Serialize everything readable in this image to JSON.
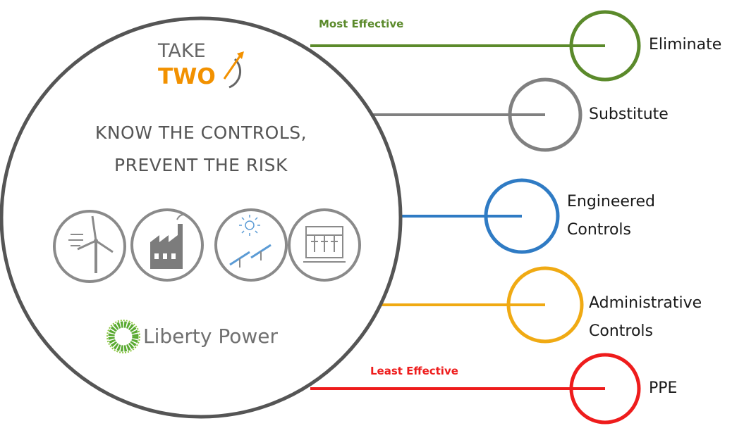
{
  "brand": {
    "logo_line1": "TAKE",
    "logo_line2": "TWO",
    "company": "Liberty Power"
  },
  "headline": {
    "line1": "KNOW THE CONTROLS,",
    "line2": "PREVENT THE RISK"
  },
  "scale": {
    "top_label": "Most Effective",
    "bottom_label": "Least Effective"
  },
  "controls": [
    {
      "label_lines": [
        "Eliminate"
      ],
      "color": "#5b8a2b"
    },
    {
      "label_lines": [
        "Substitute"
      ],
      "color": "#808080"
    },
    {
      "label_lines": [
        "Engineered",
        "Controls"
      ],
      "color": "#2f7bc4"
    },
    {
      "label_lines": [
        "Administrative",
        "Controls"
      ],
      "color": "#f0aa13"
    },
    {
      "label_lines": [
        "PPE"
      ],
      "color": "#ee1c1c"
    }
  ],
  "icons": [
    "wind-turbine-icon",
    "factory-icon",
    "solar-panel-icon",
    "substation-icon"
  ],
  "colors": {
    "main_circle": "#555555",
    "icon_circle": "#8a8a8a",
    "most_effective": "#5b8a2b",
    "least_effective": "#ee1c1c",
    "brand_orange": "#f29100",
    "brand_green": "#5aaa32"
  }
}
